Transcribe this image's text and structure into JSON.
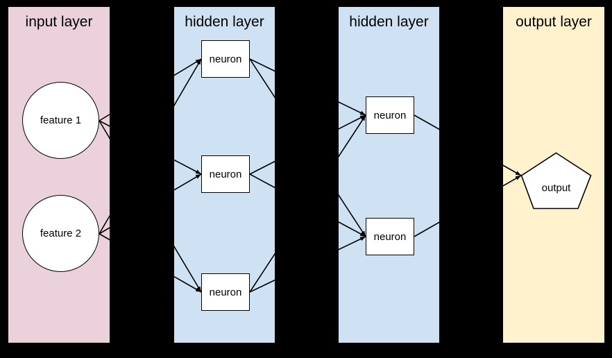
{
  "diagram": {
    "background_color": "#000000",
    "line_color": "#000000",
    "node_fill_color": "#ffffff",
    "layers": [
      {
        "id": "input",
        "title": "input layer",
        "bg": "#ead1dc"
      },
      {
        "id": "hidden1",
        "title": "hidden layer",
        "bg": "#cfe2f3"
      },
      {
        "id": "hidden2",
        "title": "hidden layer",
        "bg": "#cfe2f3"
      },
      {
        "id": "output",
        "title": "output layer",
        "bg": "#fff2cc"
      }
    ],
    "nodes": [
      {
        "id": "feature1",
        "layer": "input",
        "shape": "circle",
        "label": "feature 1"
      },
      {
        "id": "feature2",
        "layer": "input",
        "shape": "circle",
        "label": "feature 2"
      },
      {
        "id": "h1n1",
        "layer": "hidden1",
        "shape": "rect",
        "label": "neuron"
      },
      {
        "id": "h1n2",
        "layer": "hidden1",
        "shape": "rect",
        "label": "neuron"
      },
      {
        "id": "h1n3",
        "layer": "hidden1",
        "shape": "rect",
        "label": "neuron"
      },
      {
        "id": "h2n1",
        "layer": "hidden2",
        "shape": "rect",
        "label": "neuron"
      },
      {
        "id": "h2n2",
        "layer": "hidden2",
        "shape": "rect",
        "label": "neuron"
      },
      {
        "id": "out",
        "layer": "output",
        "shape": "pentagon",
        "label": "output"
      }
    ],
    "edges": [
      [
        "feature1",
        "h1n1"
      ],
      [
        "feature1",
        "h1n2"
      ],
      [
        "feature1",
        "h1n3"
      ],
      [
        "feature2",
        "h1n1"
      ],
      [
        "feature2",
        "h1n2"
      ],
      [
        "feature2",
        "h1n3"
      ],
      [
        "h1n1",
        "h2n1"
      ],
      [
        "h1n1",
        "h2n2"
      ],
      [
        "h1n2",
        "h2n1"
      ],
      [
        "h1n2",
        "h2n2"
      ],
      [
        "h1n3",
        "h2n1"
      ],
      [
        "h1n3",
        "h2n2"
      ],
      [
        "h2n1",
        "out"
      ],
      [
        "h2n2",
        "out"
      ]
    ]
  }
}
